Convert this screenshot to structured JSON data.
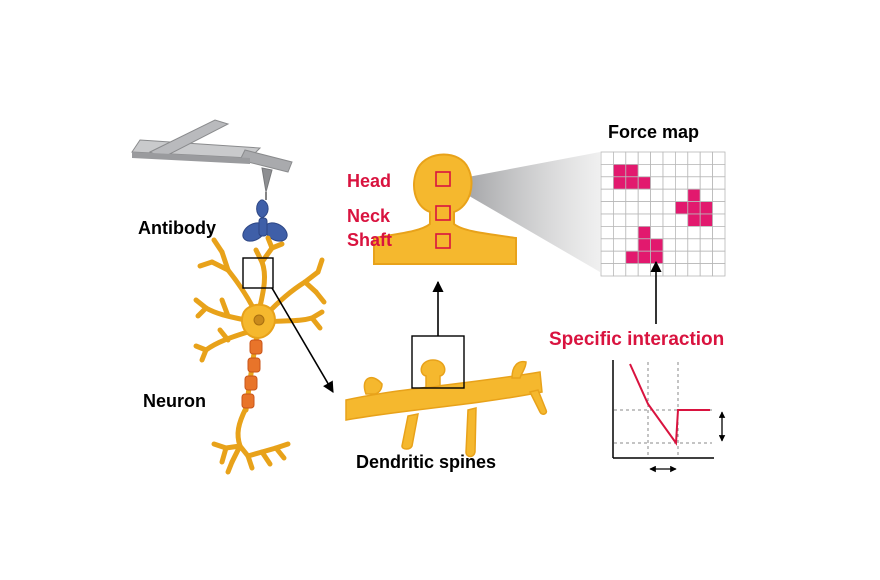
{
  "labels": {
    "antibody": "Antibody",
    "neuron": "Neuron",
    "dendritic_spines": "Dendritic spines",
    "head": "Head",
    "neck": "Neck",
    "shaft": "Shaft",
    "force_map": "Force map",
    "specific_interaction": "Specific interaction"
  },
  "colors": {
    "neuron_fill": "#F5B82E",
    "neuron_stroke": "#E8A21A",
    "myelin": "#E8742A",
    "antibody": "#3F5FA8",
    "cantilever": "#A8AAAD",
    "label_red": "#D9133F",
    "map_hit": "#E2196E",
    "grid_line": "#B8B8B8"
  },
  "force_map": {
    "rows": 10,
    "cols": 10,
    "hit_cells": [
      [
        1,
        1
      ],
      [
        1,
        2
      ],
      [
        2,
        1
      ],
      [
        2,
        2
      ],
      [
        2,
        3
      ],
      [
        3,
        7
      ],
      [
        4,
        6
      ],
      [
        4,
        7
      ],
      [
        4,
        8
      ],
      [
        5,
        7
      ],
      [
        5,
        8
      ],
      [
        6,
        3
      ],
      [
        7,
        3
      ],
      [
        7,
        4
      ],
      [
        8,
        2
      ],
      [
        8,
        3
      ],
      [
        8,
        4
      ]
    ]
  }
}
